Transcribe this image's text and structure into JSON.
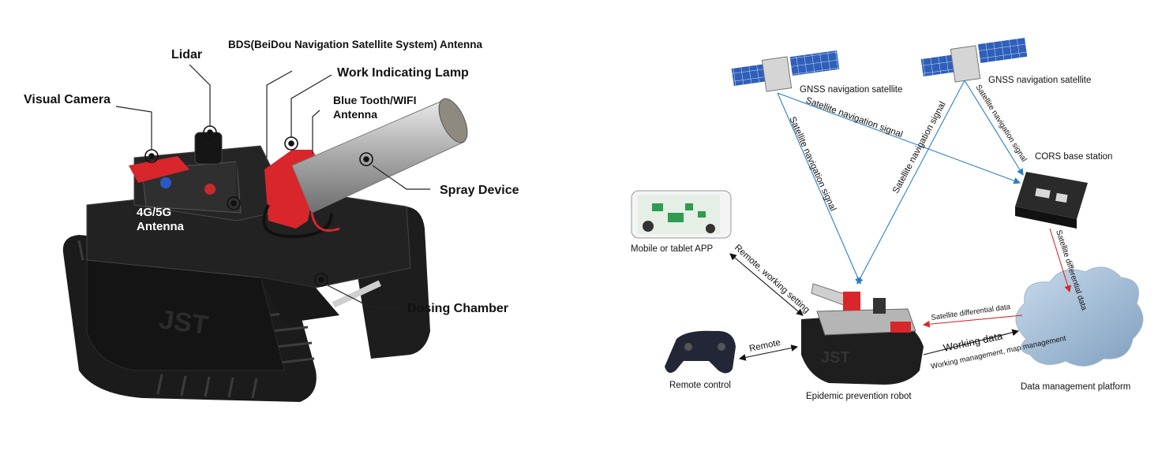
{
  "robot_callouts": {
    "visual_camera": "Visual Camera",
    "lidar": "Lidar",
    "bds_antenna": "BDS(BeiDou Navigation Satellite System) Antenna",
    "work_lamp": "Work Indicating Lamp",
    "bluetooth_line1": "Blue Tooth/WIFI",
    "bluetooth_line2": "Antenna",
    "spray_device": "Spray Device",
    "antenna_4g5g_line1": "4G/5G",
    "antenna_4g5g_line2": "Antenna",
    "dosing_chamber": "Dosing Chamber"
  },
  "system_diagram": {
    "satellite_left": "GNSS navigation satellite",
    "satellite_right": "GNSS navigation satellite",
    "cors_station": "CORS base station",
    "mobile_app": "Mobile or tablet APP",
    "remote_control": "Remote control",
    "robot": "Epidemic prevention robot",
    "data_platform": "Data management platform",
    "signal_left_down": "Satellite navigation signal",
    "signal_left_cors": "Satellite navigation signal",
    "signal_right_robot": "Satellite navigation signal",
    "signal_right_cors": "Satellite navigation signal",
    "diff_cors_platform": "Satellite differential data",
    "diff_platform_robot": "Satellite differential data",
    "app_link": "Remote, working setting",
    "remote_link": "Remote",
    "working_data": "Working data",
    "working_mgmt": "Working management, map management"
  },
  "colors": {
    "signal_line": "#2a7fc1",
    "diff_line": "#d8262b",
    "robot_red": "#d8262b",
    "panel_blue": "#2f5fb8",
    "map_green": "#2e9b4f"
  }
}
